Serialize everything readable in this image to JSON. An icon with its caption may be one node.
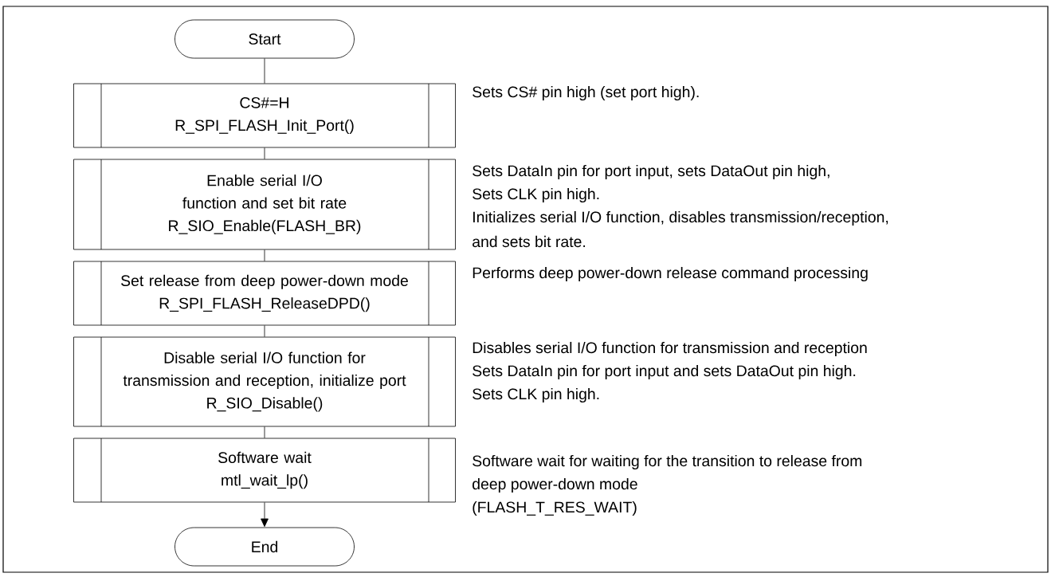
{
  "diagram": {
    "nodes": [
      {
        "text": [
          "Start"
        ]
      },
      {
        "text": [
          "CS#=H",
          "R_SPI_FLASH_Init_Port()"
        ],
        "beside": [
          "Sets CS# pin high (set port high)."
        ]
      },
      {
        "text": [
          "Enable serial I/O function and set bit rate",
          "R_SIO_Enable(FLASH_BR)"
        ],
        "beside": [
          "Sets DataIn pin for port input, sets DataOut pin high,",
          "Sets CLK pin high.",
          "Initializes serial I/O function, disables transmission/reception,",
          "and sets bit rate."
        ]
      },
      {
        "text": [
          "Set release from deep power-down mode",
          "R_SPI_FLASH_ReleaseDPD()"
        ],
        "beside": [
          "Performs deep power-down release command processing"
        ]
      },
      {
        "text": [
          "Disable serial I/O function for transmission and reception, initialize port",
          "R_SIO_Disable()"
        ],
        "beside": [
          "Disables serial I/O function for transmission and reception",
          "Sets DataIn pin for port input and sets DataOut pin high.",
          "Sets CLK pin high."
        ]
      },
      {
        "text": [
          "Software wait",
          "mtl_wait_lp()"
        ],
        "beside": [
          "Software wait for waiting for the transition to release from",
          "deep power-down mode",
          "(FLASH_T_RES_WAIT)"
        ]
      },
      {
        "text": [
          "End"
        ]
      }
    ],
    "edges": [
      {
        "from": 0,
        "to": 1,
        "arrow": "none"
      },
      {
        "from": 1,
        "to": 2,
        "arrow": "none"
      },
      {
        "from": 2,
        "to": 3,
        "arrow": "none"
      },
      {
        "from": 3,
        "to": 4,
        "arrow": "none"
      },
      {
        "from": 4,
        "to": 5,
        "arrow": "none"
      },
      {
        "from": 5,
        "to": 6,
        "arrow": "to"
      }
    ]
  }
}
